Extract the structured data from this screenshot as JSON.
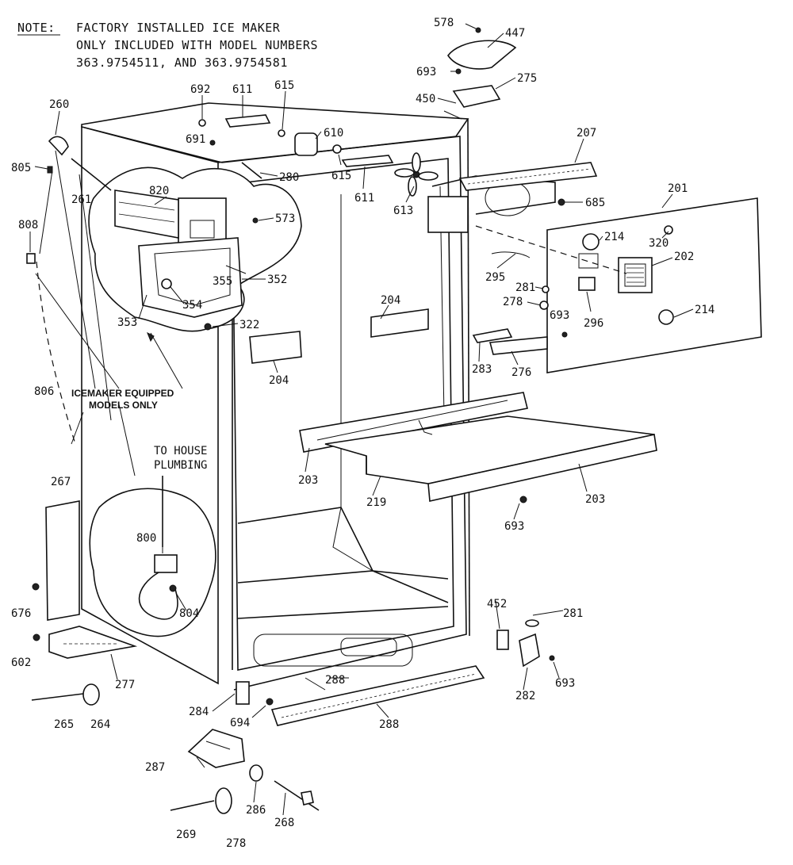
{
  "note": {
    "prefix": "NOTE:",
    "lines": [
      "FACTORY INSTALLED ICE MAKER",
      "ONLY INCLUDED WITH MODEL NUMBERS",
      "363.9754511, AND 363.9754581"
    ]
  },
  "annotations": {
    "icemaker_line1": "ICEMAKER EQUIPPED",
    "icemaker_line2": "MODELS ONLY",
    "plumbing_line1": "TO HOUSE",
    "plumbing_line2": "PLUMBING"
  },
  "part_labels": [
    {
      "id": "l578",
      "text": "578"
    },
    {
      "id": "l447",
      "text": "447"
    },
    {
      "id": "l693a",
      "text": "693"
    },
    {
      "id": "l275",
      "text": "275"
    },
    {
      "id": "l450",
      "text": "450"
    },
    {
      "id": "l692",
      "text": "692"
    },
    {
      "id": "l611a",
      "text": "611"
    },
    {
      "id": "l615a",
      "text": "615"
    },
    {
      "id": "l260",
      "text": "260"
    },
    {
      "id": "l610",
      "text": "610"
    },
    {
      "id": "l691",
      "text": "691"
    },
    {
      "id": "l207",
      "text": "207"
    },
    {
      "id": "l805",
      "text": "805"
    },
    {
      "id": "l280",
      "text": "280"
    },
    {
      "id": "l615b",
      "text": "615"
    },
    {
      "id": "l611b",
      "text": "611"
    },
    {
      "id": "l261",
      "text": "261"
    },
    {
      "id": "l820",
      "text": "820"
    },
    {
      "id": "l613",
      "text": "613"
    },
    {
      "id": "l685",
      "text": "685"
    },
    {
      "id": "l201",
      "text": "201"
    },
    {
      "id": "l573",
      "text": "573"
    },
    {
      "id": "l808",
      "text": "808"
    },
    {
      "id": "l214a",
      "text": "214"
    },
    {
      "id": "l320",
      "text": "320"
    },
    {
      "id": "l202",
      "text": "202"
    },
    {
      "id": "l355",
      "text": "355"
    },
    {
      "id": "l352",
      "text": "352"
    },
    {
      "id": "l295",
      "text": "295"
    },
    {
      "id": "l354",
      "text": "354"
    },
    {
      "id": "l281a",
      "text": "281"
    },
    {
      "id": "l353",
      "text": "353"
    },
    {
      "id": "l204a",
      "text": "204"
    },
    {
      "id": "l278",
      "text": "278"
    },
    {
      "id": "l693b",
      "text": "693"
    },
    {
      "id": "l296",
      "text": "296"
    },
    {
      "id": "l214b",
      "text": "214"
    },
    {
      "id": "l322",
      "text": "322"
    },
    {
      "id": "l283",
      "text": "283"
    },
    {
      "id": "l276",
      "text": "276"
    },
    {
      "id": "l806",
      "text": "806"
    },
    {
      "id": "l204b",
      "text": "204"
    },
    {
      "id": "l267",
      "text": "267"
    },
    {
      "id": "l203a",
      "text": "203"
    },
    {
      "id": "l219",
      "text": "219"
    },
    {
      "id": "l203b",
      "text": "203"
    },
    {
      "id": "l693c",
      "text": "693"
    },
    {
      "id": "l800",
      "text": "800"
    },
    {
      "id": "l804",
      "text": "804"
    },
    {
      "id": "l676",
      "text": "676"
    },
    {
      "id": "l452",
      "text": "452"
    },
    {
      "id": "l281b",
      "text": "281"
    },
    {
      "id": "l602",
      "text": "602"
    },
    {
      "id": "l288a",
      "text": "288"
    },
    {
      "id": "l277",
      "text": "277"
    },
    {
      "id": "l282",
      "text": "282"
    },
    {
      "id": "l693d",
      "text": "693"
    },
    {
      "id": "l284",
      "text": "284"
    },
    {
      "id": "l694",
      "text": "694"
    },
    {
      "id": "l265",
      "text": "265"
    },
    {
      "id": "l264",
      "text": "264"
    },
    {
      "id": "l288b",
      "text": "288"
    },
    {
      "id": "l287",
      "text": "287"
    },
    {
      "id": "l286",
      "text": "286"
    },
    {
      "id": "l268",
      "text": "268"
    },
    {
      "id": "l269",
      "text": "269"
    },
    {
      "id": "l278b",
      "text": "278"
    }
  ]
}
